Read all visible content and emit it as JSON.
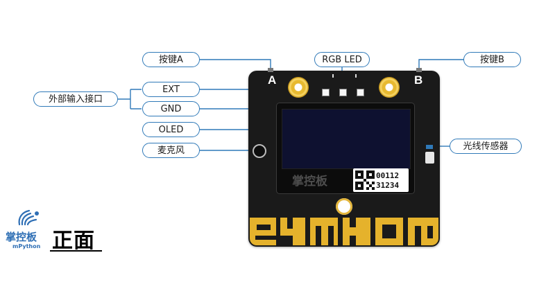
{
  "labels": {
    "button_a": "按键A",
    "rgb_led": "RGB LED",
    "button_b": "按键B",
    "ext_interface": "外部输入接口",
    "ext": "EXT",
    "gnd": "GND",
    "oled": "OLED",
    "mic": "麦克风",
    "light_sensor": "光线传感器"
  },
  "board": {
    "letter_a": "A",
    "letter_b": "B",
    "brand_text": "掌控板",
    "code_line1": "00112",
    "code_line2": "31234",
    "gold_letters": "PYTHON"
  },
  "logo": {
    "cn": "掌控板",
    "en": "mPython"
  },
  "title": "正面",
  "colors": {
    "callout_line": "#2f79b8",
    "board": "#1a1a1a",
    "gold": "#e5b22c",
    "logo": "#2f6fb5"
  }
}
